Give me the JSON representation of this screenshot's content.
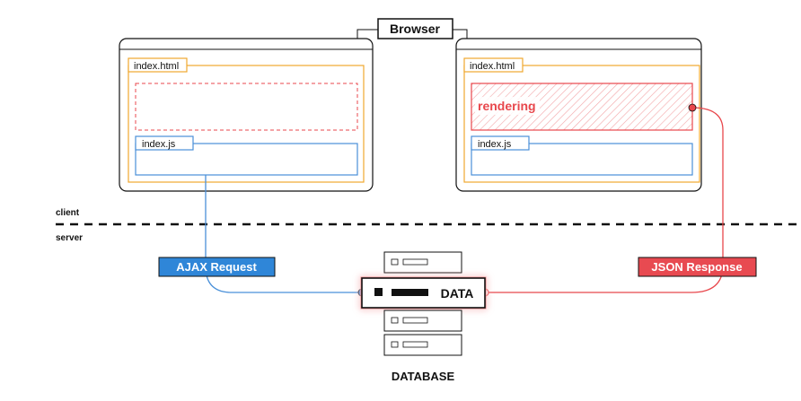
{
  "browser": {
    "title": "Browser"
  },
  "windows": {
    "left": {
      "html_tab": "index.html",
      "js_tab": "index.js"
    },
    "right": {
      "html_tab": "index.html",
      "js_tab": "index.js",
      "rendering_label": "rendering"
    }
  },
  "zones": {
    "client_label": "client",
    "server_label": "server"
  },
  "flows": {
    "request_label": "AJAX Request",
    "response_label": "JSON Response"
  },
  "database": {
    "data_label": "DATA",
    "caption": "DATABASE"
  },
  "colors": {
    "request": "#4A90D9",
    "request_badge": "#2F86D8",
    "response": "#E8474C",
    "response_badge": "#E84A51",
    "html_frame": "#F0A830",
    "dark": "#111111",
    "muted": "#BBBBBB"
  }
}
